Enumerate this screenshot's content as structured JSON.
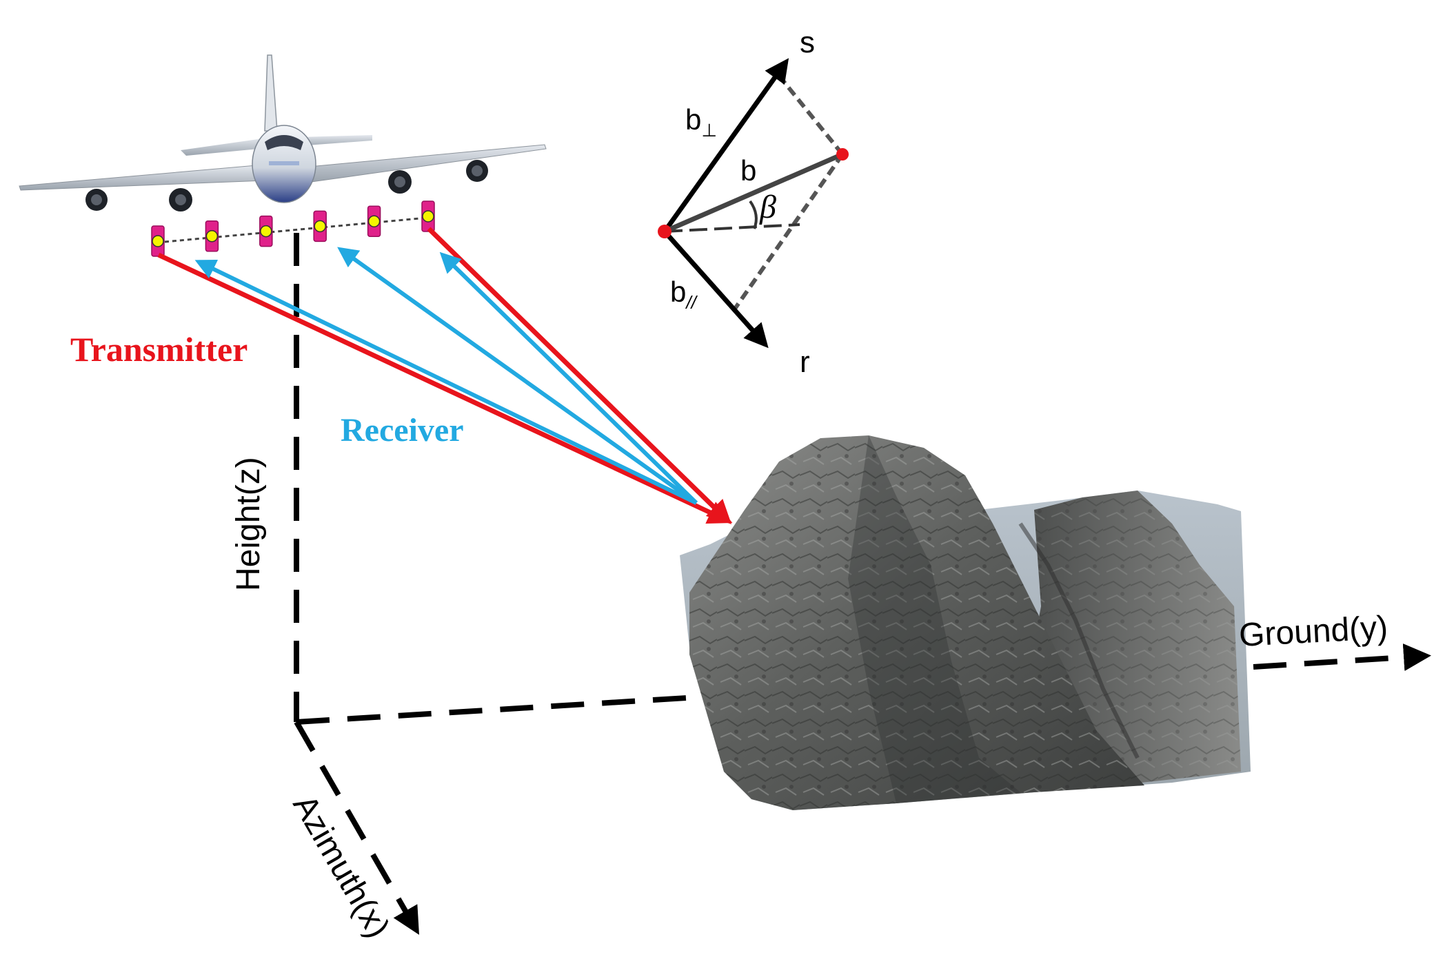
{
  "labels": {
    "transmitter": "Transmitter",
    "receiver": "Receiver",
    "height_axis": "Height(z)",
    "ground_axis": "Ground(y)",
    "azimuth_axis": "Azimuth(x)"
  },
  "baseline": {
    "s": "s",
    "r": "r",
    "b": "b",
    "b_perp": "b",
    "b_perp_sub": "⊥",
    "b_par": "b",
    "b_par_sub": "//",
    "beta": "β"
  },
  "antenna_count": 6,
  "colors": {
    "transmitter": "#e8141c",
    "receiver": "#22a9e1",
    "antenna_body": "#e0218a",
    "antenna_dot": "#f5f500",
    "baseline_point": "#e8141c",
    "axis": "#000000"
  },
  "icons": {
    "aircraft": "airplane-icon",
    "terrain": "mountain-icon"
  }
}
